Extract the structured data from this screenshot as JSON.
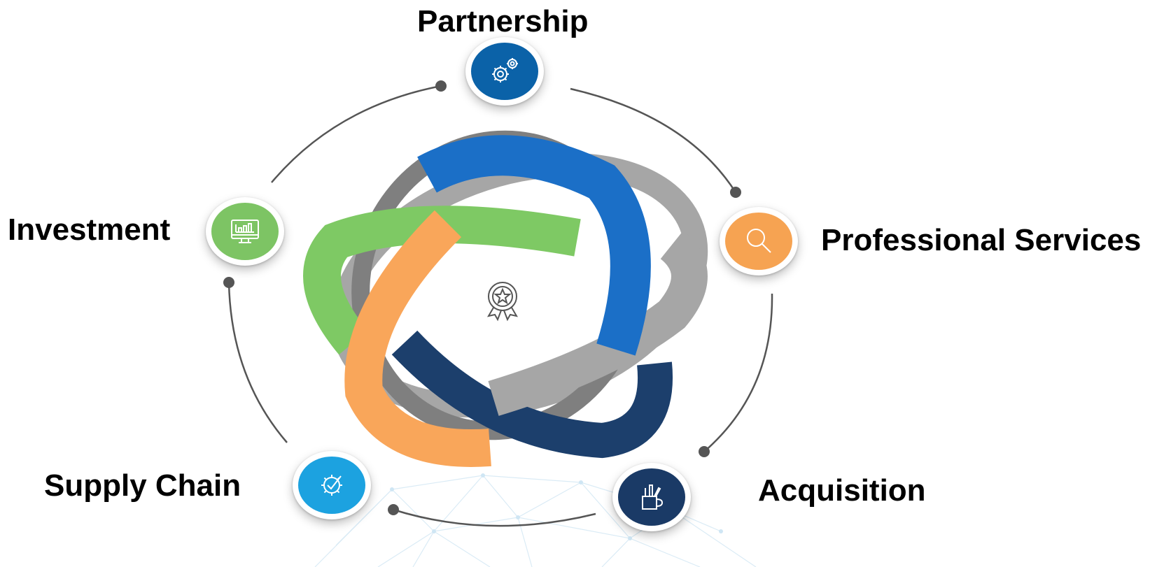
{
  "diagram": {
    "segments": [
      {
        "id": "partnership",
        "label": "Partnership",
        "icon": "gears-icon",
        "color": "#0b62a8"
      },
      {
        "id": "professional-services",
        "label": "Professional Services",
        "icon": "magnifier-icon",
        "color": "#f6a352"
      },
      {
        "id": "acquisition",
        "label": "Acquisition",
        "icon": "pencil-cup-icon",
        "color": "#1a3a66"
      },
      {
        "id": "supply-chain",
        "label": "Supply Chain",
        "icon": "gear-check-icon",
        "color": "#1ca2e0"
      },
      {
        "id": "investment",
        "label": "Investment",
        "icon": "monitor-chart-icon",
        "color": "#7dc464"
      }
    ],
    "center_icon": "award-ribbon-icon",
    "ring_colors": {
      "blue": "#1b6fc7",
      "green": "#7ec964",
      "orange": "#f9a65a",
      "navy": "#1c3f6c",
      "gray": "#a6a6a6",
      "dark_gray": "#7f7f7f"
    }
  }
}
